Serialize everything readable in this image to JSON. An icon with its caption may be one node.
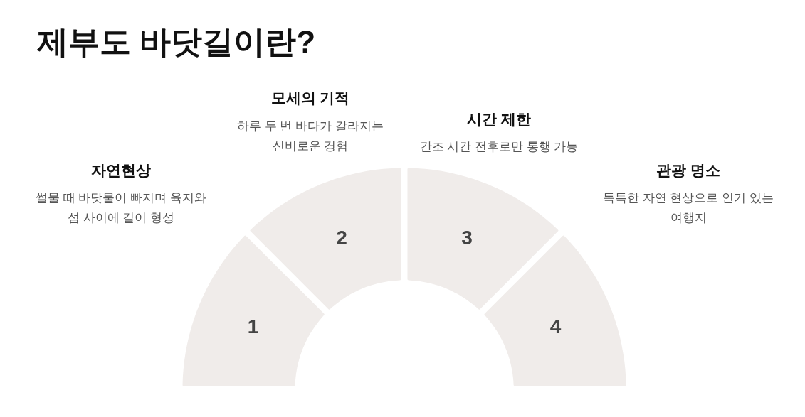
{
  "diagram": {
    "title": "제부도 바닷길이란?",
    "nodes": [
      {
        "text": [
          "1"
        ],
        "beside": [
          "자연현상",
          "썰물 때 바닷물이 빠지며 육지와 섬 사이에 길이 형성"
        ]
      },
      {
        "text": [
          "2"
        ],
        "beside": [
          "모세의 기적",
          "하루 두 번 바다가 갈라지는 신비로운 경험"
        ]
      },
      {
        "text": [
          "3"
        ],
        "beside": [
          "시간 제한",
          "간조 시간 전후로만 통행 가능"
        ]
      },
      {
        "text": [
          "4"
        ],
        "beside": [
          "관광 명소",
          "독특한 자연 현상으로 인기 있는 여행지"
        ]
      }
    ]
  }
}
